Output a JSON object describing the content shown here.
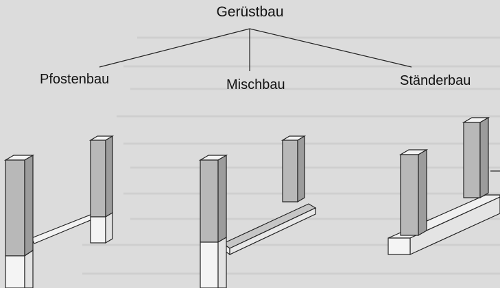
{
  "diagram": {
    "title": "Gerüstbau",
    "branches": [
      {
        "label": "Pfostenbau"
      },
      {
        "label": "Mischbau"
      },
      {
        "label": "Ständerbau"
      }
    ]
  }
}
